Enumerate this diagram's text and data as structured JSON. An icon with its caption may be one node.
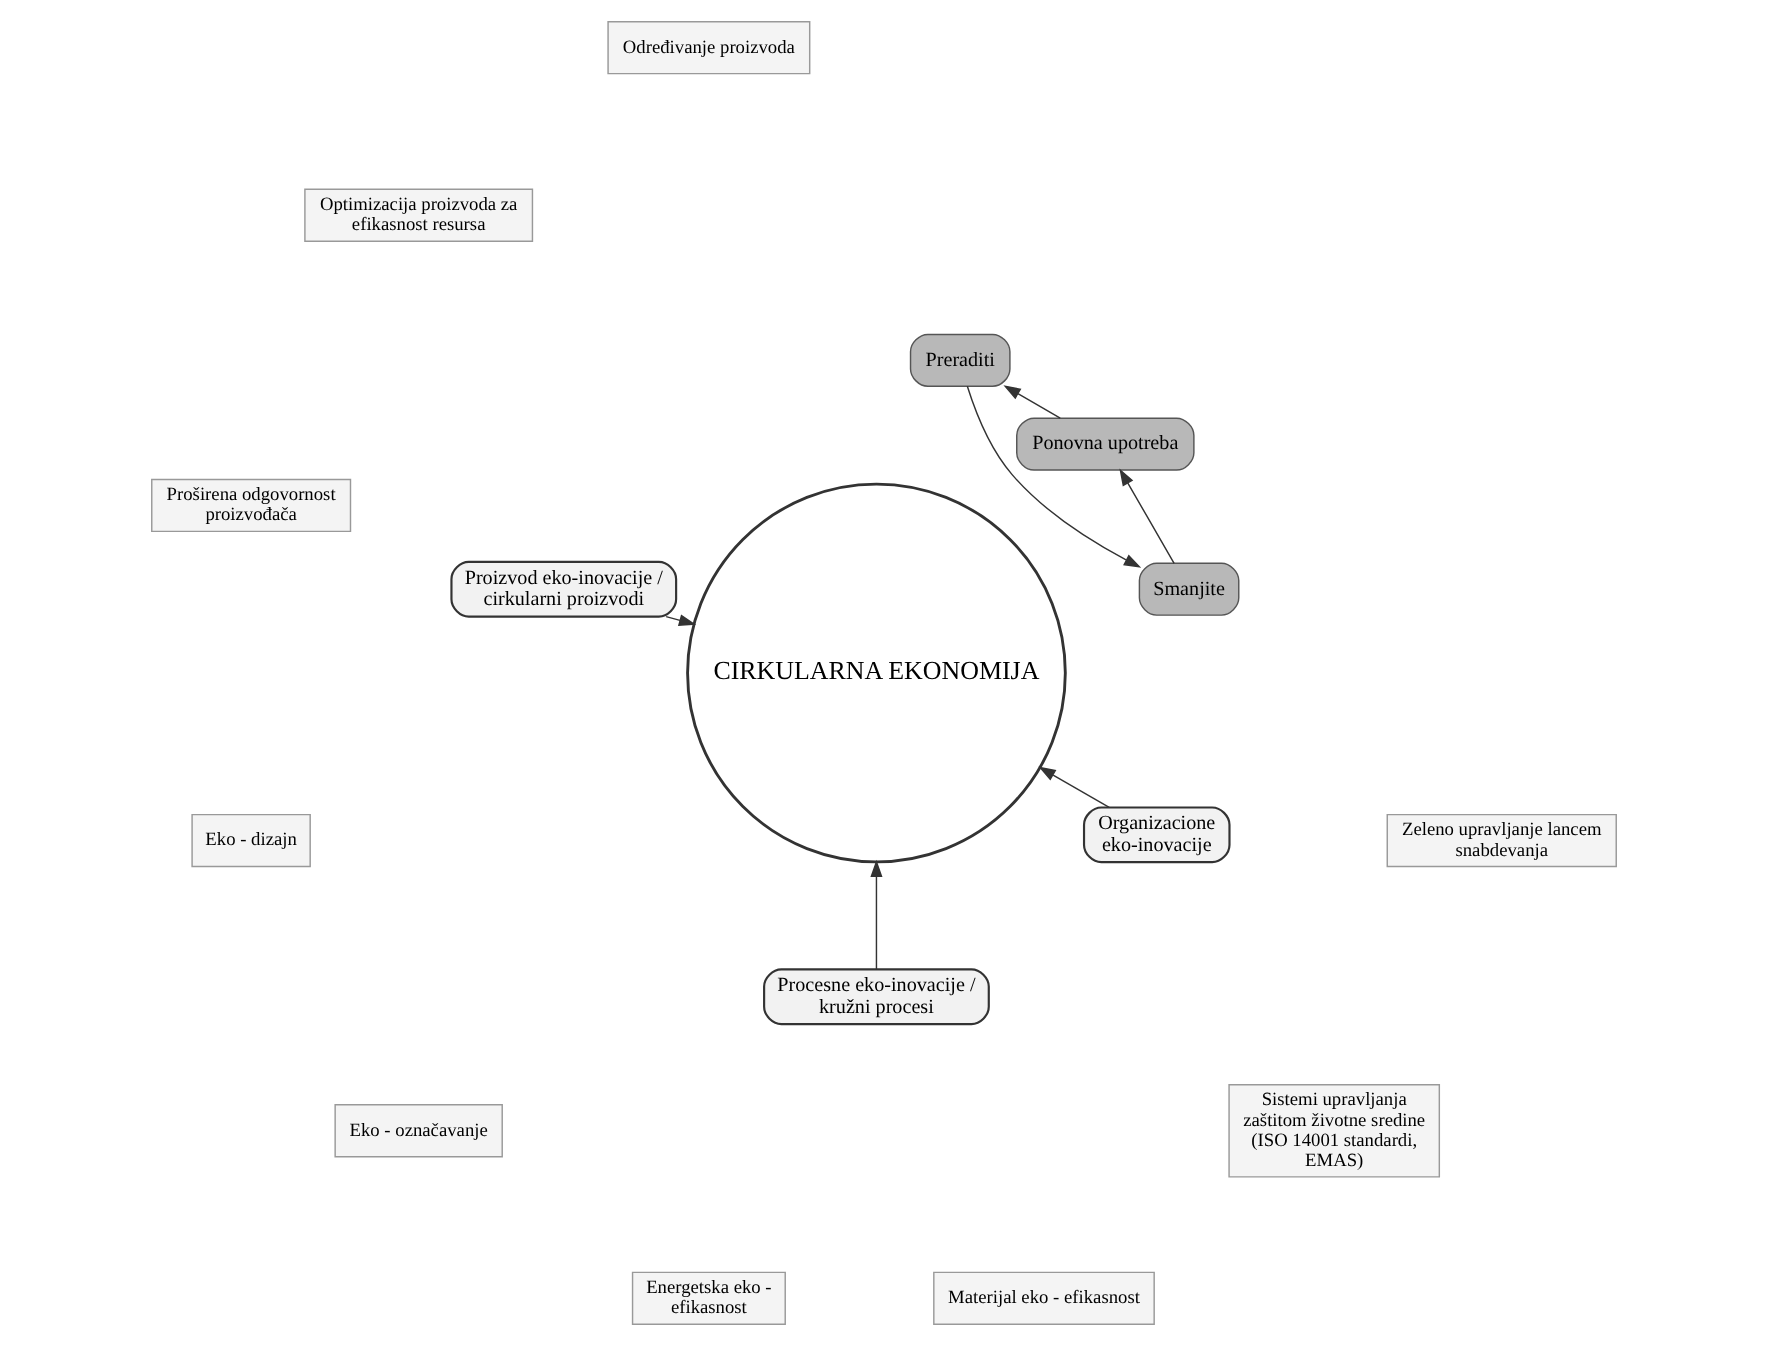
{
  "diagram": {
    "nodes": [
      {
        "text": [
          "CIRKULARNA EKONOMIJA"
        ]
      },
      {
        "text": [
          "Smanjite"
        ]
      },
      {
        "text": [
          "Ponovna upotreba"
        ]
      },
      {
        "text": [
          "Preraditi"
        ]
      },
      {
        "text": [
          "Proizvod eko-inovacije / cirkularni proizvodi"
        ]
      },
      {
        "text": [
          "Procesne eko-inovacije / kružni procesi"
        ]
      },
      {
        "text": [
          "Organizacione eko-inovacije"
        ]
      },
      {
        "text": [
          "Određivanje proizvoda"
        ]
      },
      {
        "text": [
          "Optimizacija proizvoda za efikasnost resursa"
        ]
      },
      {
        "text": [
          "Proširena odgovornost proizvođača"
        ]
      },
      {
        "text": [
          "Eko - dizajn"
        ]
      },
      {
        "text": [
          "Eko - označavanje"
        ]
      },
      {
        "text": [
          "Sistemi upravljanja zaštitom životne sredine (ISO 14001 standardi, EMAS)"
        ]
      },
      {
        "text": [
          "Energetska eko - efikasnost"
        ]
      },
      {
        "text": [
          "Zeleno upravljanje lancem snabdevanja"
        ]
      },
      {
        "text": [
          "Materijal eko - efikasnost"
        ]
      }
    ],
    "edges": [
      {
        "from": 1,
        "to": 2,
        "arrow": "to"
      },
      {
        "from": 2,
        "to": 3,
        "arrow": "to"
      },
      {
        "from": 3,
        "to": 1,
        "arrow": "to"
      },
      {
        "from": 4,
        "to": 0,
        "arrow": "to"
      },
      {
        "from": 5,
        "to": 0,
        "arrow": "to"
      },
      {
        "from": 6,
        "to": 0,
        "arrow": "to"
      }
    ]
  }
}
